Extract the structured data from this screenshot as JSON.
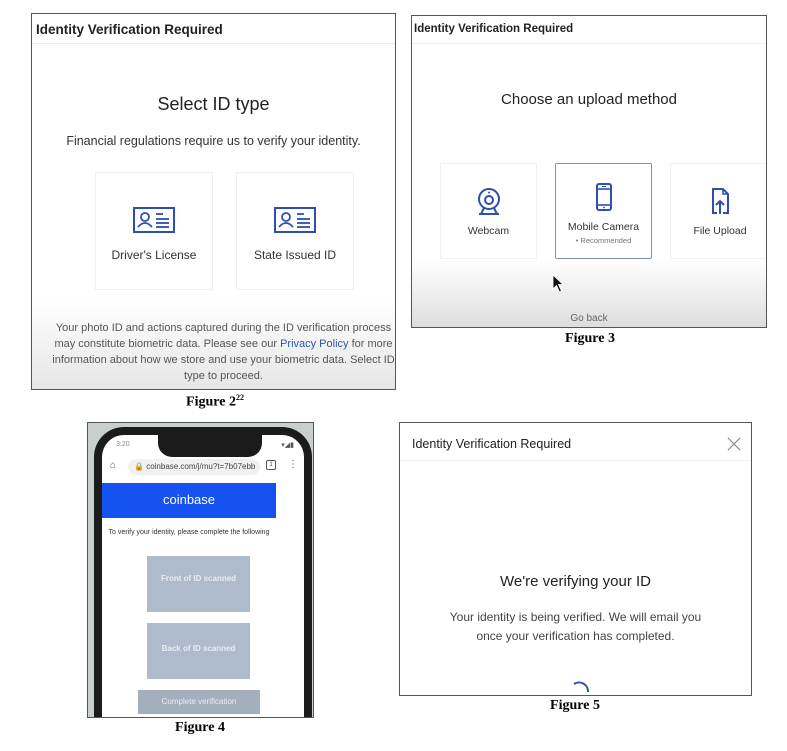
{
  "figure2": {
    "header": "Identity Verification Required",
    "title": "Select ID type",
    "subtitle": "Financial regulations require us to verify your identity.",
    "options": [
      {
        "label": "Driver's License",
        "icon": "id-card-icon"
      },
      {
        "label": "State Issued ID",
        "icon": "id-card-icon"
      }
    ],
    "footer_pre": "Your photo ID and actions captured during the ID verification process may constitute biometric data. Please see our ",
    "footer_link": "Privacy Policy",
    "footer_post": " for more information about how we store and use your biometric data. Select ID type to proceed.",
    "caption": "Figure 2",
    "caption_sup": "22"
  },
  "figure3": {
    "header": "Identity Verification Required",
    "title": "Choose an upload method",
    "methods": [
      {
        "label": "Webcam",
        "icon": "webcam-icon"
      },
      {
        "label": "Mobile Camera",
        "sub": "• Recommended",
        "icon": "mobile-phone-icon",
        "selected": true
      },
      {
        "label": "File Upload",
        "icon": "file-upload-icon"
      }
    ],
    "go_back": "Go back",
    "caption": "Figure 3"
  },
  "figure4": {
    "status_time": "3:20",
    "status_icons": "▾◢▮",
    "url": "coinbase.com/j/mu?t=7b07ebb",
    "tab_count": "1",
    "brand": "coinbase",
    "instructions": "To verify your identity, please complete the following",
    "front_label": "Front of ID scanned",
    "back_label": "Back of ID scanned",
    "complete_label": "Complete verification",
    "brand_color": "#1652f0",
    "caption": "Figure 4"
  },
  "figure5": {
    "header": "Identity Verification Required",
    "title": "We're verifying your ID",
    "subtitle_line1": "Your identity is being verified. We will email you",
    "subtitle_line2": "once your verification has completed.",
    "caption": "Figure 5"
  }
}
